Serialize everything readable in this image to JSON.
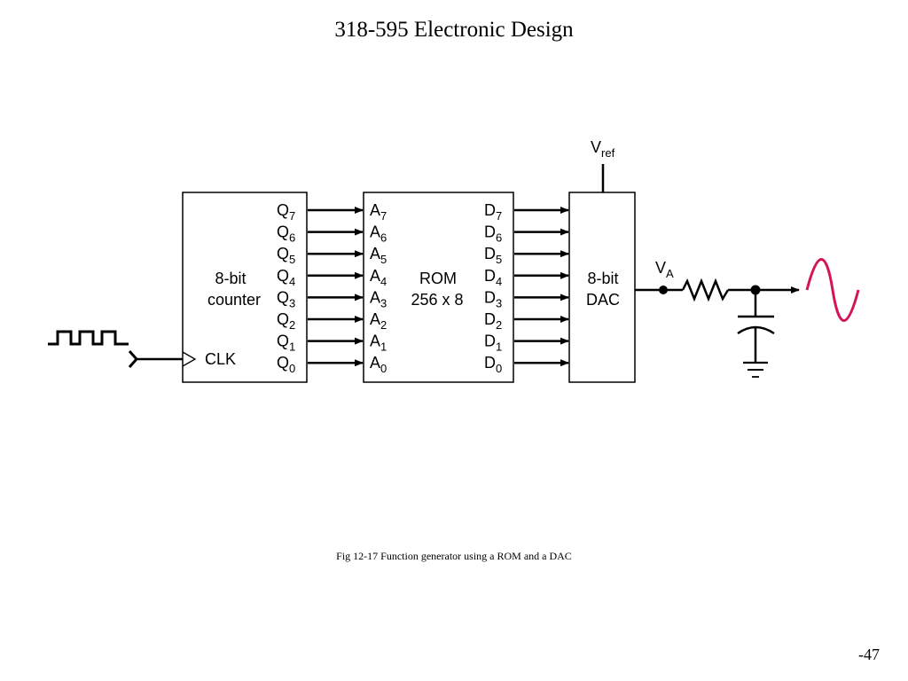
{
  "slide": {
    "title": "318-595 Electronic Design",
    "caption": "Fig 12-17 Function generator using a ROM and a DAC",
    "page_number": "-47"
  },
  "counter": {
    "label_line1": "8-bit",
    "label_line2": "counter",
    "clock_label": "CLK",
    "output_prefix": "Q"
  },
  "rom": {
    "label_line1": "ROM",
    "label_line2": "256 x 8",
    "address_prefix": "A",
    "data_prefix": "D"
  },
  "dac": {
    "label_line1": "8-bit",
    "label_line2": "DAC",
    "vref_main": "V",
    "vref_sub": "ref",
    "vout_main": "V",
    "vout_sub": "A"
  },
  "bits": [
    "7",
    "6",
    "5",
    "4",
    "3",
    "2",
    "1",
    "0"
  ],
  "colors": {
    "line": "#000000",
    "output_wave": "#d4145a"
  }
}
